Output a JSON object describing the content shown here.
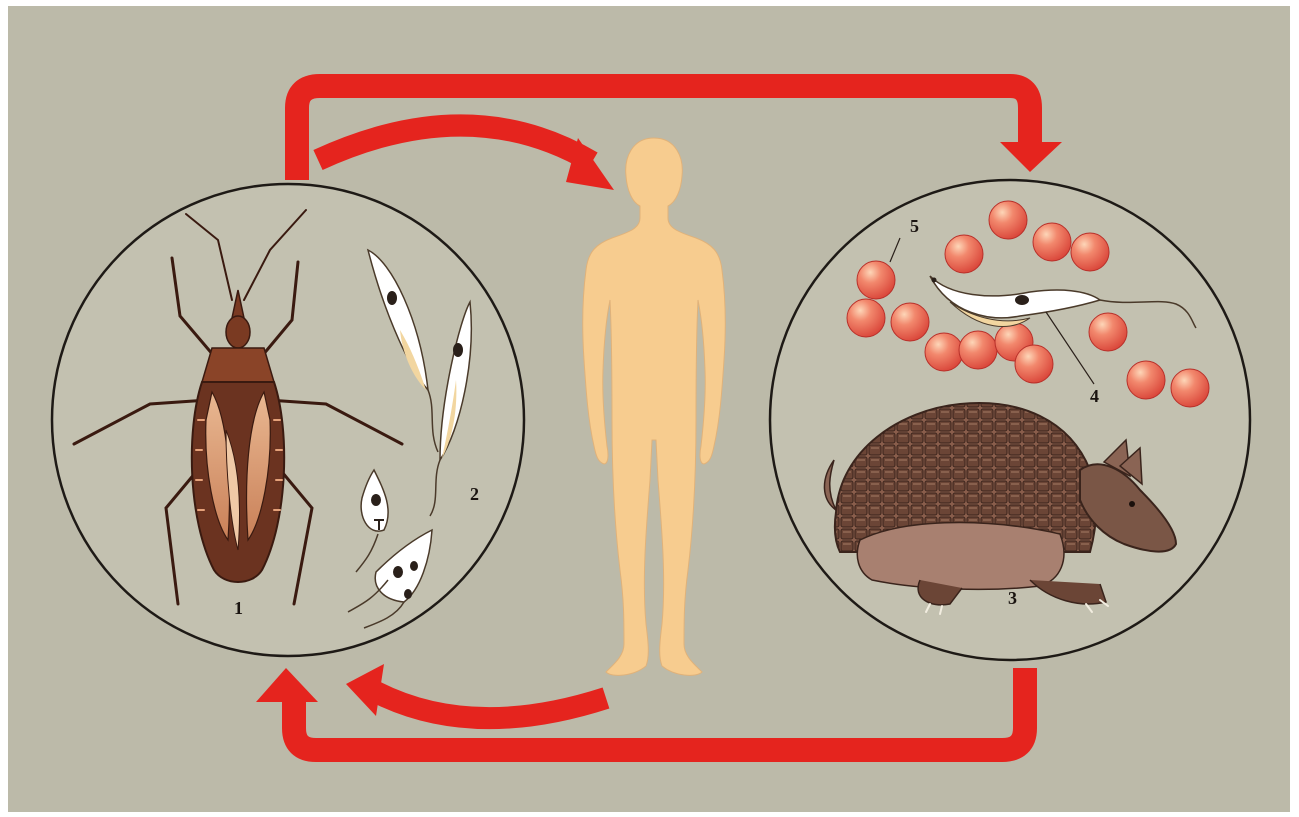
{
  "labels": {
    "bug": "1",
    "trypanosomes": "2",
    "armadillo": "3",
    "trypanosome_in_blood": "4",
    "red_blood_cells": "5"
  },
  "colors": {
    "background": "#bcbaa9",
    "arrow": "#e5241e",
    "human": "#f7cc8f",
    "circle_fill": "#c3c1b0",
    "circle_stroke": "#1e1a16",
    "blood_cell": "#e8584a",
    "bug_body": "#6b3320",
    "armadillo": "#6b4a3c"
  },
  "icons": {
    "vector": "triatomine-bug-icon",
    "parasite": "trypanosome-icon",
    "host_human": "human-silhouette-icon",
    "host_animal": "armadillo-icon",
    "cells": "red-blood-cell-icon"
  }
}
